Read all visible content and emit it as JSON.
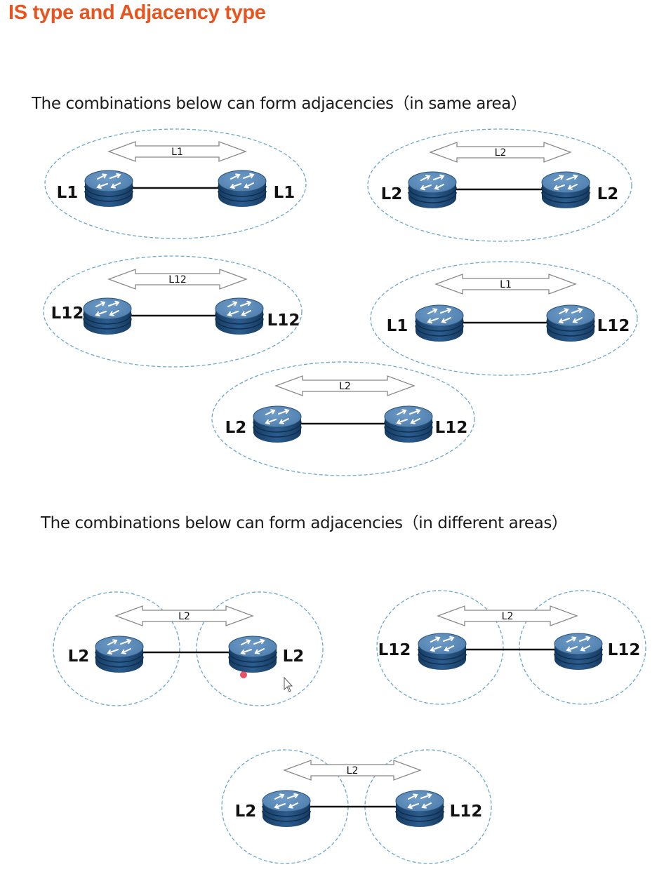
{
  "title": "IS type and Adjacency type",
  "colors": {
    "title": "#e8541e",
    "ellipse_stroke": "#6aa8cc",
    "router_body": "#2c5d8e",
    "router_top": "#4f7fae",
    "router_dark": "#163b61",
    "link": "#111111",
    "arrow_stroke": "#888888",
    "click_marker": "#e0354a"
  },
  "sections": [
    {
      "heading": "The combinations below can form adjacencies（in same area）",
      "combos": [
        {
          "left": "L1",
          "right": "L1",
          "adjacency": "L1"
        },
        {
          "left": "L2",
          "right": "L2",
          "adjacency": "L2"
        },
        {
          "left": "L12",
          "right": "L12",
          "adjacency": "L12"
        },
        {
          "left": "L1",
          "right": "L12",
          "adjacency": "L1"
        },
        {
          "left": "L2",
          "right": "L12",
          "adjacency": "L2"
        }
      ]
    },
    {
      "heading": "The combinations below can form adjacencies（in different areas）",
      "combos": [
        {
          "left": "L2",
          "right": "L2",
          "adjacency": "L2"
        },
        {
          "left": "L12",
          "right": "L12",
          "adjacency": "L2"
        },
        {
          "left": "L2",
          "right": "L12",
          "adjacency": "L2"
        }
      ]
    }
  ]
}
